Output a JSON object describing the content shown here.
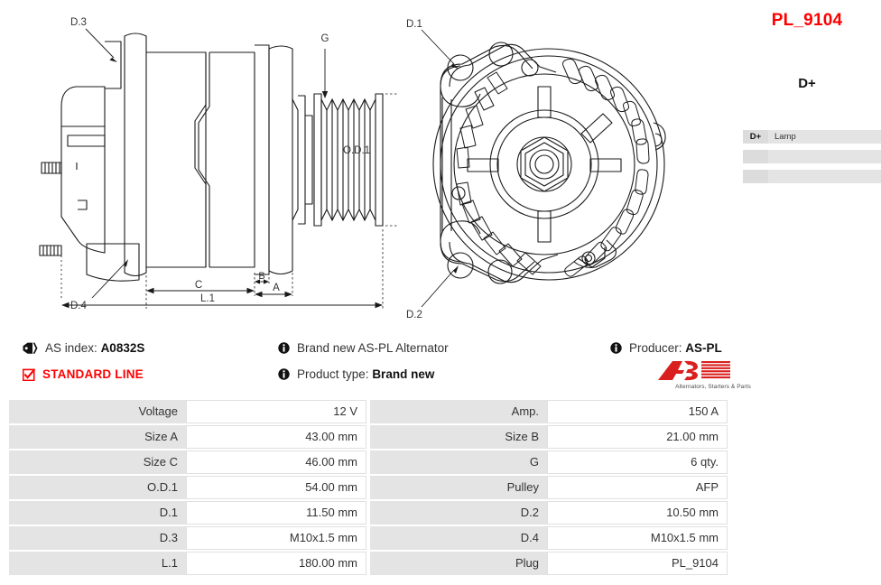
{
  "part": {
    "code": "PL_9104",
    "plug_label": "D+",
    "code_color": "#ff0000"
  },
  "pin_table": {
    "rows": [
      {
        "pin": "D+",
        "function": "Lamp"
      },
      {
        "pin": "",
        "function": ""
      },
      {
        "pin": "",
        "function": ""
      }
    ]
  },
  "info": {
    "as_index_label": "AS index:",
    "as_index_value": "A0832S",
    "line_badge": "STANDARD LINE",
    "description": "Brand new AS-PL Alternator",
    "product_type_label": "Product type:",
    "product_type_value": "Brand new",
    "producer_label": "Producer:",
    "producer_value": "AS-PL"
  },
  "logo": {
    "mark": "AS",
    "tagline": "Alternators, Starters & Parts",
    "color": "#d9201f"
  },
  "drawing": {
    "labels": {
      "d1": "D.1",
      "d2": "D.2",
      "d3": "D.3",
      "d4": "D.4",
      "g": "G",
      "od1": "O.D.1",
      "a": "A",
      "b": "B",
      "c": "C",
      "l1": "L.1"
    }
  },
  "spec_table": {
    "rows": [
      {
        "label_left": "Voltage",
        "value_left": "12 V",
        "label_right": "Amp.",
        "value_right": "150 A"
      },
      {
        "label_left": "Size A",
        "value_left": "43.00 mm",
        "label_right": "Size B",
        "value_right": "21.00 mm"
      },
      {
        "label_left": "Size C",
        "value_left": "46.00 mm",
        "label_right": "G",
        "value_right": "6 qty."
      },
      {
        "label_left": "O.D.1",
        "value_left": "54.00 mm",
        "label_right": "Pulley",
        "value_right": "AFP"
      },
      {
        "label_left": "D.1",
        "value_left": "11.50 mm",
        "label_right": "D.2",
        "value_right": "10.50 mm"
      },
      {
        "label_left": "D.3",
        "value_left": "M10x1.5 mm",
        "label_right": "D.4",
        "value_right": "M10x1.5 mm"
      },
      {
        "label_left": "L.1",
        "value_left": "180.00 mm",
        "label_right": "Plug",
        "value_right": "PL_9104"
      }
    ]
  }
}
